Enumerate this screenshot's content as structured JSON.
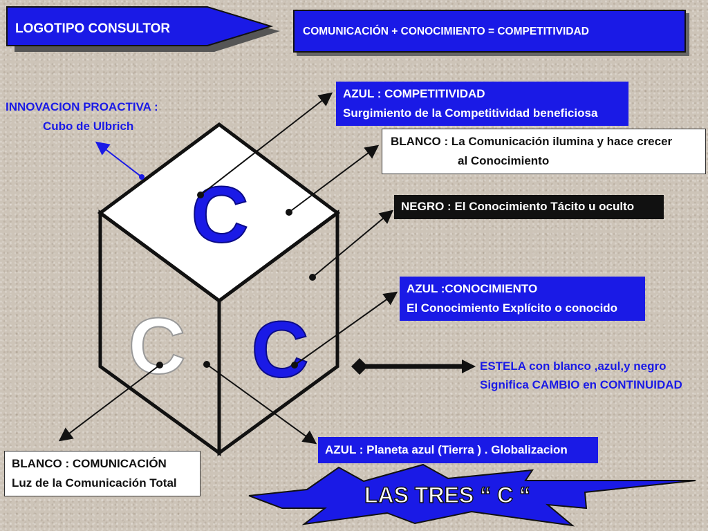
{
  "header": {
    "left_label": "LOGOTIPO CONSULTOR",
    "right_label": "COMUNICACIÓN + CONOCIMIENTO = COMPETITIVIDAD"
  },
  "innovacion": {
    "line1": "INNOVACION PROACTIVA :",
    "line2": "Cubo de Ulbrich"
  },
  "cube": {
    "letter_top": "C",
    "letter_left": "C",
    "letter_right": "C"
  },
  "callouts": {
    "azul_competitividad": {
      "line1": "AZUL : COMPETITIVIDAD",
      "line2": "Surgimiento de la Competitividad beneficiosa"
    },
    "blanco_comunicacion_conocimiento": {
      "line1": "BLANCO : La Comunicación ilumina y hace crecer",
      "line2": "al Conocimiento"
    },
    "negro": {
      "text": "NEGRO : El Conocimiento Tácito u oculto"
    },
    "azul_conocimiento": {
      "line1": "AZUL :CONOCIMIENTO",
      "line2": "El Conocimiento Explícito o conocido"
    },
    "estela": {
      "line1": "ESTELA con blanco ,azul,y negro",
      "line2": "Significa CAMBIO en CONTINUIDAD"
    },
    "azul_planeta": {
      "text": "AZUL : Planeta azul (Tierra ) . Globalizacion"
    },
    "blanco_comunicacion": {
      "line1": "BLANCO : COMUNICACIÓN",
      "line2": "Luz de la Comunicación Total"
    }
  },
  "banner": {
    "text": "LAS TRES “ C “"
  },
  "colors": {
    "blue": "#1a1ae6",
    "black": "#111111",
    "white": "#ffffff",
    "background": "#cdc4b8"
  }
}
